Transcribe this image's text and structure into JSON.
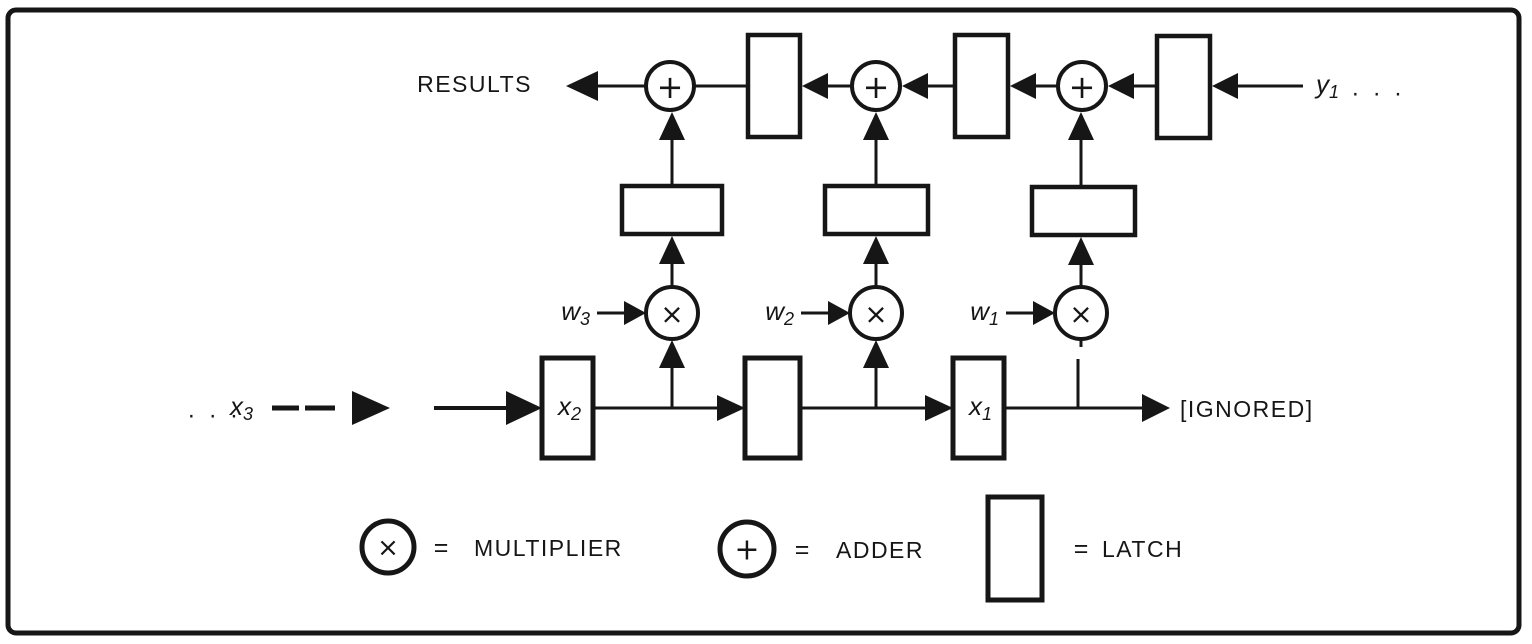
{
  "figure": {
    "description": "Systolic array block diagram with multipliers, adders and latches",
    "ink_color": "#161616",
    "background_color": "#ffffff"
  },
  "operators": {
    "multiply": "×",
    "add": "+"
  },
  "top_row": {
    "results_label": "RESULTS",
    "y_input": {
      "base": "y",
      "sub": "1",
      "trail": ". . ."
    }
  },
  "weights": [
    {
      "base": "w",
      "sub": "3"
    },
    {
      "base": "w",
      "sub": "2"
    },
    {
      "base": "w",
      "sub": "1"
    }
  ],
  "bottom_row": {
    "x_input": {
      "lead": ". . .",
      "base": "x",
      "sub": "3"
    },
    "cell_x2": {
      "base": "x",
      "sub": "2"
    },
    "cell_x1": {
      "base": "x",
      "sub": "1"
    },
    "ignored_label": "[IGNORED]"
  },
  "legend": {
    "multiplier": {
      "equals": "=",
      "label": "MULTIPLIER"
    },
    "adder": {
      "equals": "=",
      "label": "ADDER"
    },
    "latch": {
      "equals": "=",
      "label": "LATCH"
    }
  }
}
